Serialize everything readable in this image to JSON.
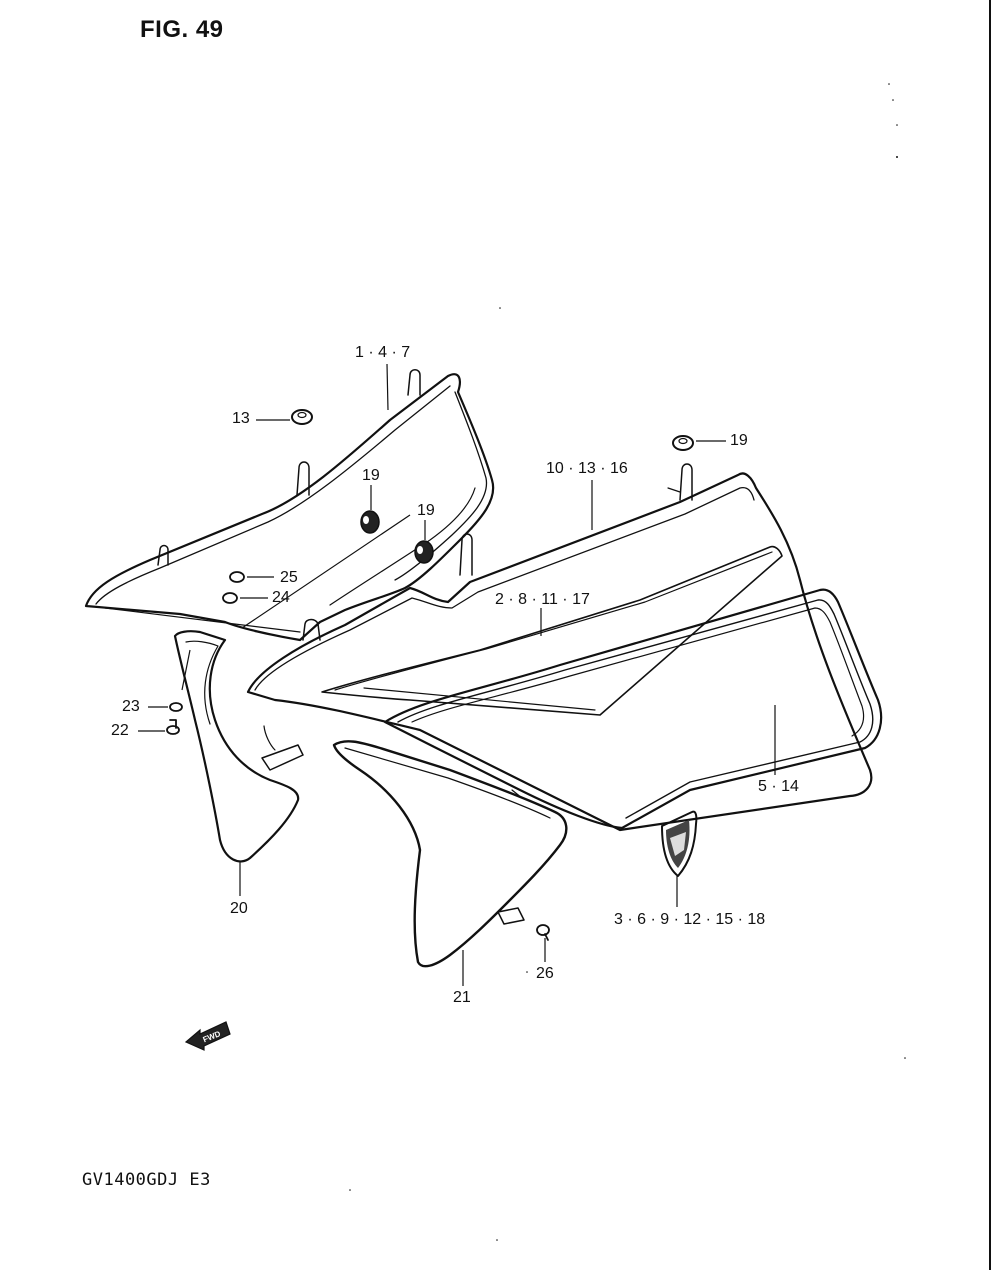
{
  "figure": {
    "title": "FIG. 49",
    "model_code": "GV1400GDJ  E3"
  },
  "callouts": {
    "c_1_4_7": "1 · 4 · 7",
    "c_13": "13",
    "c_19_a": "19",
    "c_19_b": "19",
    "c_19_c": "19",
    "c_10_13_16": "10 · 13 · 16",
    "c_25": "25",
    "c_24": "24",
    "c_2_8_11_17": "2 · 8 · 11 · 17",
    "c_23": "23",
    "c_22": "22",
    "c_5_14": "5 · 14",
    "c_20": "20",
    "c_3_6_9": "3 · 6 · 9 · 12 · 15 · 18",
    "c_26": "26",
    "c_21": "21"
  },
  "icons": {
    "fwd_arrow": "FWD"
  }
}
